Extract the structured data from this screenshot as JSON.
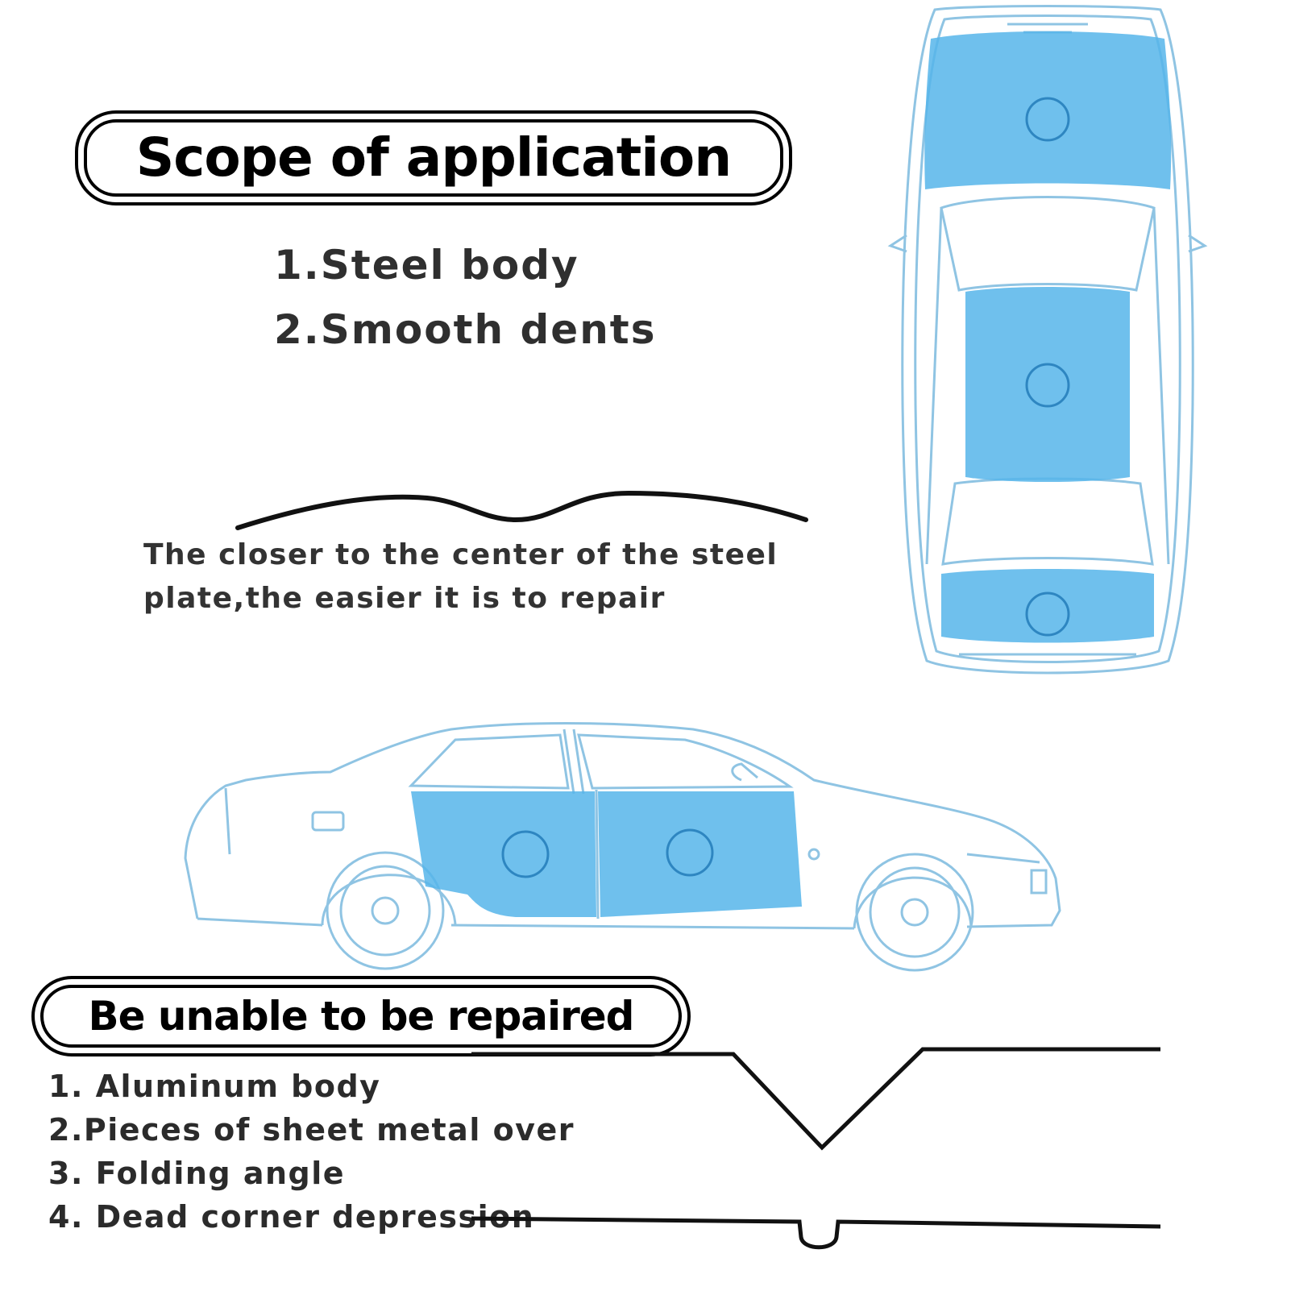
{
  "scope": {
    "title": "Scope of application",
    "items": [
      "1.Steel body",
      "2.Smooth dents"
    ],
    "caption_lines": [
      "The closer to the center of the steel",
      "plate,the easier it is to repair"
    ]
  },
  "unable": {
    "title": "Be unable to be repaired",
    "items": [
      "1. Aluminum body",
      "2.Pieces of sheet metal over",
      "3. Folding angle",
      "4. Dead corner depression"
    ]
  },
  "colors": {
    "outline": "#8fc4e3",
    "panel": "#56b5ea",
    "text": "#2f2f2f",
    "line": "#111111"
  },
  "icons": [
    "smooth-dent-curve",
    "sharp-fold-curve",
    "dead-corner-curve",
    "car-top-view",
    "car-side-view"
  ]
}
